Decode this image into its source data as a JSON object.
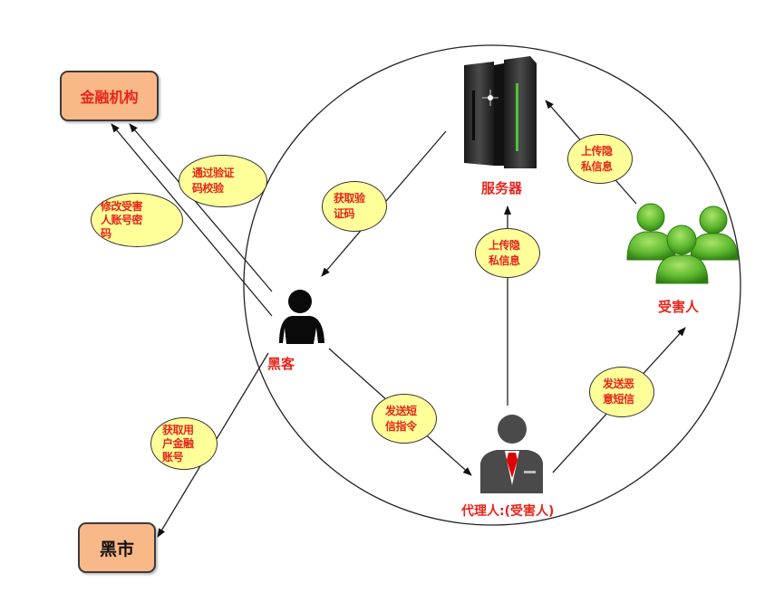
{
  "diagram": {
    "title": "",
    "colors": {
      "box_fill": "#f9b887",
      "bubble_fill": "#ffff99",
      "label_red": "#e8251b",
      "victim_green": "#5cb82e",
      "agent_gray": "#4a4a4a",
      "tie_red": "#e00000"
    },
    "nodes": {
      "financial_institution": "金融机构",
      "black_market": "黑市",
      "server": "服务器",
      "hacker": "黑客",
      "victims": "受害人",
      "agent": "代理人:(受害人)"
    },
    "edge_labels": {
      "pass_verification": "通过验证\n码校验",
      "modify_password": "修改受害\n人账号密\n码",
      "get_code": "获取验\n证码",
      "upload_private_from_agent": "上传隐\n私信息",
      "upload_private_from_victims": "上传隐\n私信息",
      "send_sms_command": "发送短\n信指令",
      "send_malicious_sms": "发送恶\n意短信",
      "get_account": "获取用\n户金融\n账号"
    },
    "edges": [
      {
        "from": "hacker",
        "to": "financial_institution",
        "label": "modify_password"
      },
      {
        "from": "hacker",
        "to": "financial_institution",
        "label": "pass_verification"
      },
      {
        "from": "server",
        "to": "hacker",
        "label": "get_code"
      },
      {
        "from": "agent",
        "to": "server",
        "label": "upload_private_from_agent"
      },
      {
        "from": "victims",
        "to": "server",
        "label": "upload_private_from_victims"
      },
      {
        "from": "hacker",
        "to": "agent",
        "label": "send_sms_command"
      },
      {
        "from": "agent",
        "to": "victims",
        "label": "send_malicious_sms"
      },
      {
        "from": "hacker",
        "to": "black_market",
        "label": "get_account"
      }
    ]
  }
}
